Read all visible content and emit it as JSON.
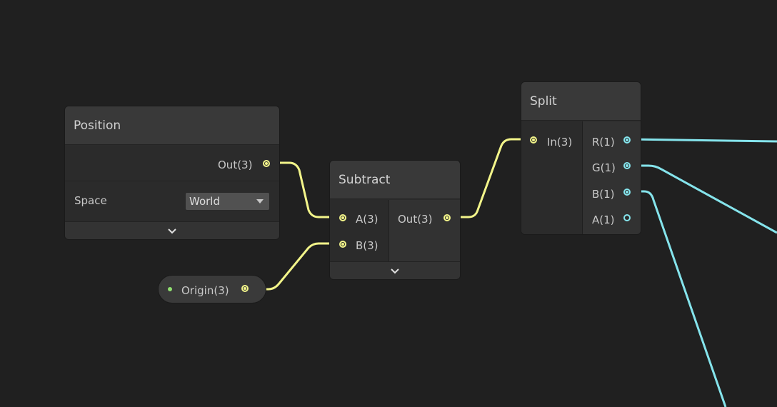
{
  "colors": {
    "background": "#202020",
    "vector3_wire": "#f3f58a",
    "vector1_wire": "#85e4ec",
    "property_dot": "#90e070"
  },
  "nodes": {
    "position": {
      "title": "Position",
      "output_label": "Out(3)",
      "space_label": "Space",
      "space_value": "World",
      "collapse_icon": "chevron-down-icon"
    },
    "subtract": {
      "title": "Subtract",
      "input_a": "A(3)",
      "input_b": "B(3)",
      "output_label": "Out(3)",
      "collapse_icon": "chevron-down-icon"
    },
    "split": {
      "title": "Split",
      "input_label": "In(3)",
      "outputs": [
        "R(1)",
        "G(1)",
        "B(1)",
        "A(1)"
      ]
    },
    "origin_property": {
      "label": "Origin(3)"
    }
  }
}
